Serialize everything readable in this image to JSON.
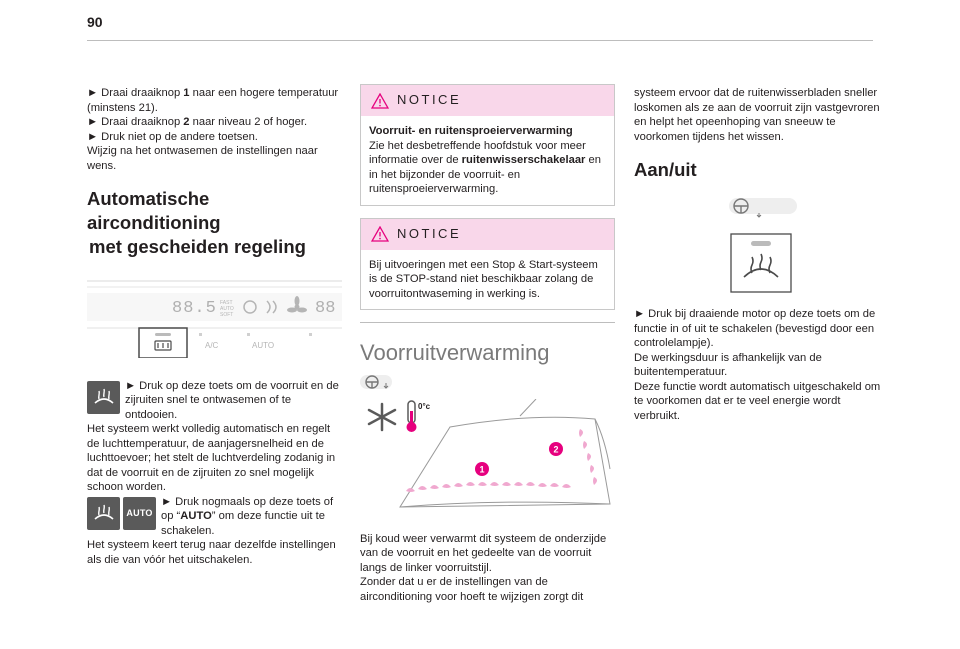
{
  "page": {
    "number": "90"
  },
  "col1": {
    "intro_lines": [
      "► Draai draaiknop ",
      "1",
      " naar een hogere temperatuur (minstens 21).",
      "► Draai draaiknop ",
      "2",
      " naar niveau 2 of hoger.",
      "► Druk niet op de andere toetsen.",
      "Wijzig na het ontwasemen de instellingen naar wens."
    ],
    "heading_line1": "Automatische airconditioning",
    "heading_line2": "met gescheiden regeling",
    "panel": {
      "display_left": "88.5",
      "fast_auto_soft": "FAST AUTO SOFT",
      "display_right": "88",
      "btn_ac": "A/C",
      "btn_auto": "AUTO"
    },
    "p1": "► Druk op deze toets om de voorruit en de zijruiten snel te ontwasemen of te ontdooien.",
    "p2": "Het systeem werkt volledig automatisch en regelt de luchttemperatuur, de aanjagersnelheid en de luchttoevoer; het stelt de luchtverdeling zodanig in dat de voorruit en de zijruiten zo snel mogelijk schoon worden.",
    "p3_pre": "► Druk nogmaals op deze toets of op “",
    "p3_bold": "AUTO",
    "p3_post": "” om deze functie uit te schakelen.",
    "p4": "Het systeem keert terug naar dezelfde instellingen als die van vóór het uitschakelen.",
    "auto_icon_label": "AUTO"
  },
  "col2": {
    "notice1": {
      "title": "NOTICE",
      "bold_line": "Voorruit- en ruitensproeierverwarming",
      "text_pre": "Zie het desbetreffende hoofdstuk voor meer informatie over de ",
      "text_bold": "ruitenwisserschakelaar",
      "text_post": " en in het bijzonder de voorruit- en ruitensproeierverwarming."
    },
    "notice2": {
      "title": "NOTICE",
      "text": "Bij uitvoeringen met een Stop & Start-systeem is de STOP-stand niet beschikbaar zolang de voorruitontwaseming in werking is."
    },
    "heading": "Voorruitverwarming",
    "figure": {
      "temp_label": "0°c",
      "marker1": "1",
      "marker2": "2"
    },
    "p1": "Bij koud weer verwarmt dit systeem de onderzijde van de voorruit en het gedeelte van de voorruit langs de linker voorruitstijl.",
    "p2": "Zonder dat u er de instellingen van de airconditioning voor hoeft te wijzigen zorgt dit"
  },
  "col3": {
    "p0": "systeem ervoor dat de ruitenwisserbladen sneller loskomen als ze aan de voorruit zijn vastgevroren en helpt het opeenhoping van sneeuw te voorkomen tijdens het wissen.",
    "heading": "Aan/uit",
    "p1": "► Druk bij draaiende motor op deze toets om de functie in of uit te schakelen (bevestigd door een controlelampje).",
    "p2": "De werkingsduur is afhankelijk van de buitentemperatuur.",
    "p3": "Deze functie wordt automatisch uitgeschakeld om te voorkomen dat er te veel energie wordt verbruikt."
  },
  "colors": {
    "notice_bg": "#f9d7ea",
    "accent": "#e6007e",
    "text": "#231f20"
  }
}
